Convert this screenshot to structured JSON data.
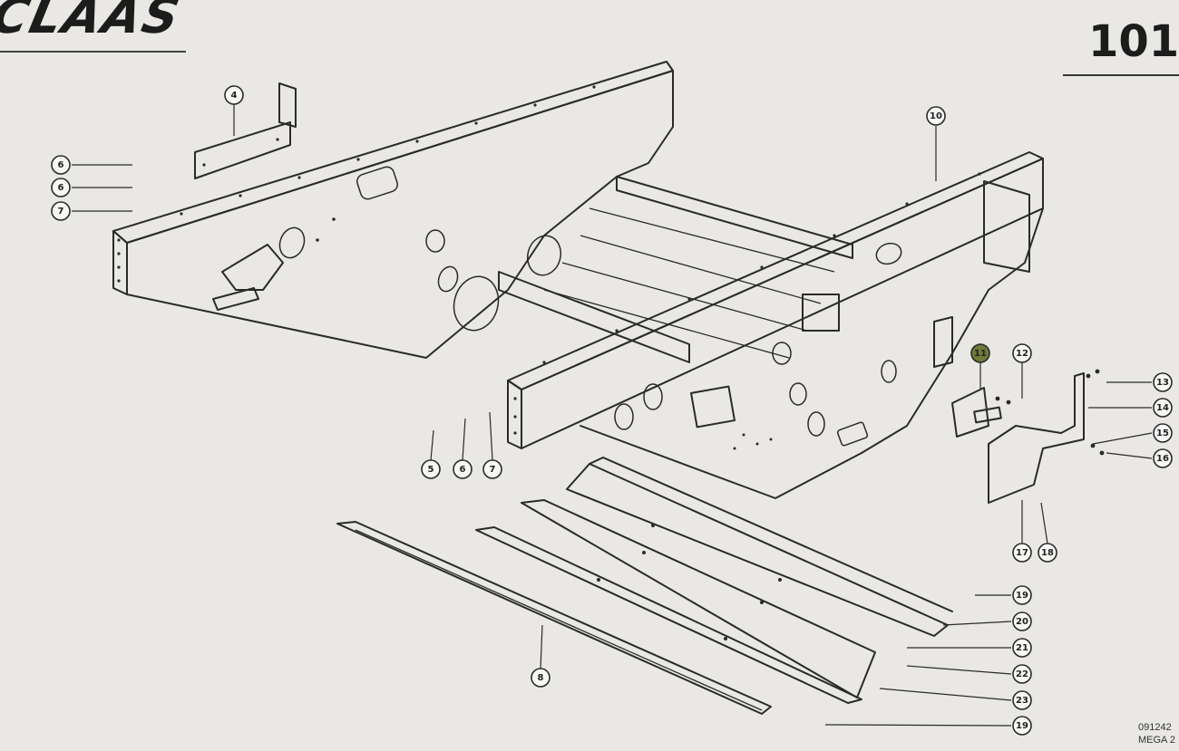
{
  "header": {
    "logo_text": "CLAAS",
    "page_number": "101"
  },
  "footer": {
    "doc_ref_line1": "091242",
    "doc_ref_line2": "MEGA 2"
  },
  "callouts": [
    {
      "label": "4",
      "highlight": false
    },
    {
      "label": "6",
      "highlight": false
    },
    {
      "label": "6",
      "highlight": false
    },
    {
      "label": "7",
      "highlight": false
    },
    {
      "label": "10",
      "highlight": false
    },
    {
      "label": "11",
      "highlight": true
    },
    {
      "label": "12",
      "highlight": false
    },
    {
      "label": "13",
      "highlight": false
    },
    {
      "label": "14",
      "highlight": false
    },
    {
      "label": "15",
      "highlight": false
    },
    {
      "label": "16",
      "highlight": false
    },
    {
      "label": "5",
      "highlight": false
    },
    {
      "label": "6",
      "highlight": false
    },
    {
      "label": "7",
      "highlight": false
    },
    {
      "label": "17",
      "highlight": false
    },
    {
      "label": "18",
      "highlight": false
    },
    {
      "label": "19",
      "highlight": false
    },
    {
      "label": "20",
      "highlight": false
    },
    {
      "label": "21",
      "highlight": false
    },
    {
      "label": "22",
      "highlight": false
    },
    {
      "label": "23",
      "highlight": false
    },
    {
      "label": "19",
      "highlight": false
    },
    {
      "label": "8",
      "highlight": false
    }
  ],
  "colors": {
    "ink": "#2a2a2a",
    "paper": "#e9e8e4",
    "highlight": "#6f7a36"
  }
}
